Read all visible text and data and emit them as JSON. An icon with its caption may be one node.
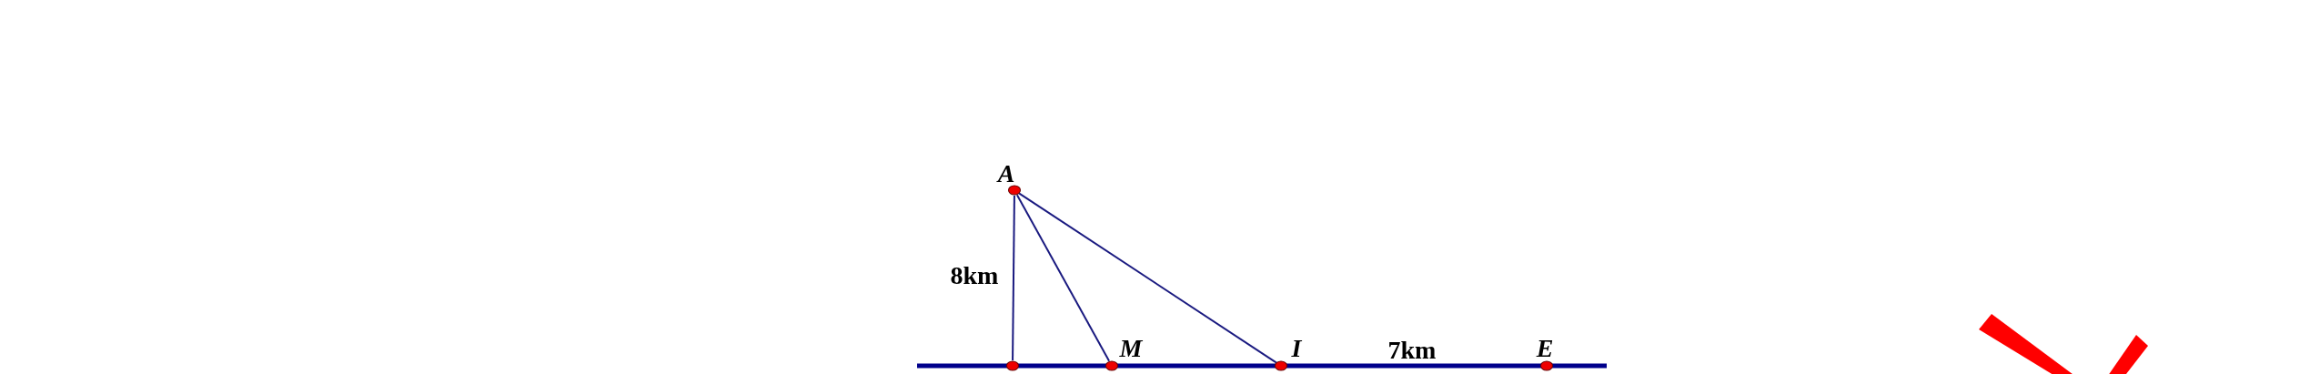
{
  "diagram": {
    "nodes": [
      {
        "text": [
          "A"
        ]
      },
      {
        "text": [],
        "shape": "circle"
      },
      {
        "text": [
          "M"
        ]
      },
      {
        "text": [
          "I"
        ]
      },
      {
        "text": [
          "E"
        ]
      }
    ],
    "edges": [
      {
        "from": 0,
        "to": 1,
        "arrow": "none"
      },
      {
        "from": 0,
        "to": 2,
        "arrow": "none"
      },
      {
        "from": 0,
        "to": 3,
        "arrow": "none"
      }
    ],
    "labels": [
      "8km",
      "7km"
    ]
  }
}
